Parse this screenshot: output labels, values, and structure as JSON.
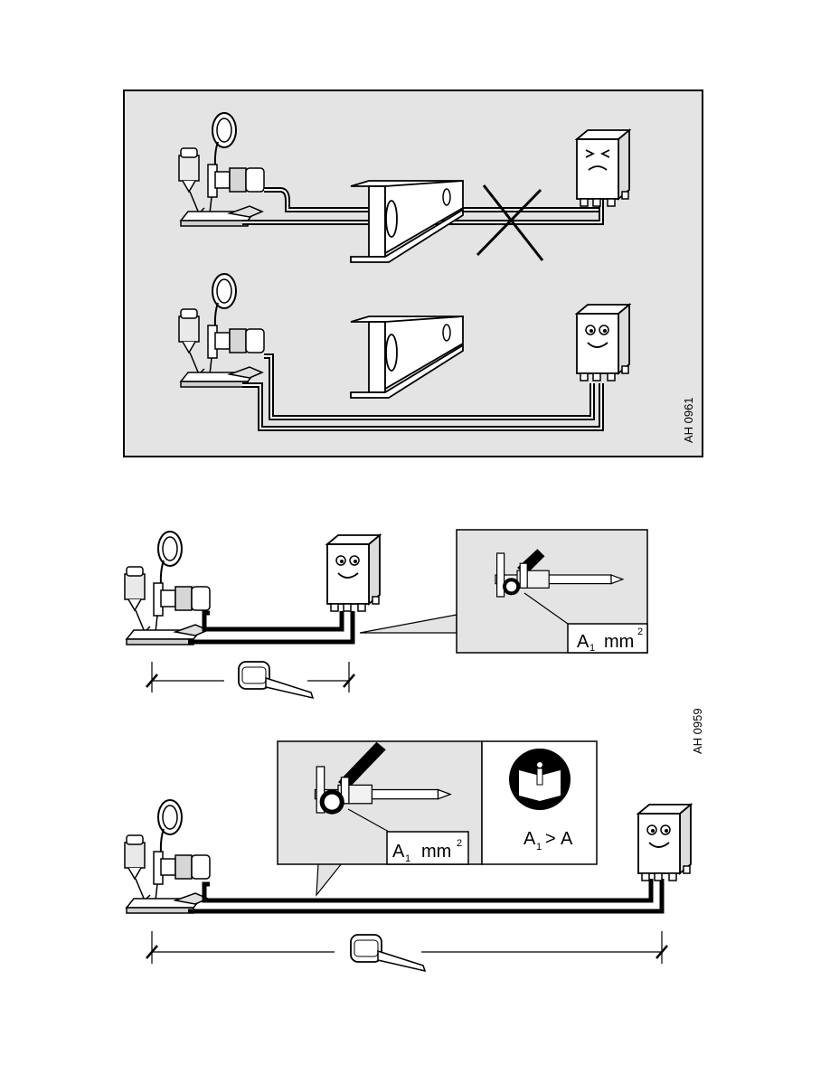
{
  "figure1": {
    "code": "AH 0961"
  },
  "figure2": {
    "code": "AH 0959",
    "top_callout": {
      "label_main": "A",
      "label_sub": "1",
      "label_unit": "mm",
      "label_sup": "2"
    },
    "bottom_callout": {
      "label_main": "A",
      "label_sub": "1",
      "label_unit": "mm",
      "label_sup": "2"
    },
    "info_box": {
      "lhs_main": "A",
      "lhs_sub": "1",
      "operator": ">",
      "rhs": "A"
    }
  },
  "colors": {
    "panel_fill": "#e4e4e4",
    "cable": "#111111",
    "outline": "#000000"
  }
}
